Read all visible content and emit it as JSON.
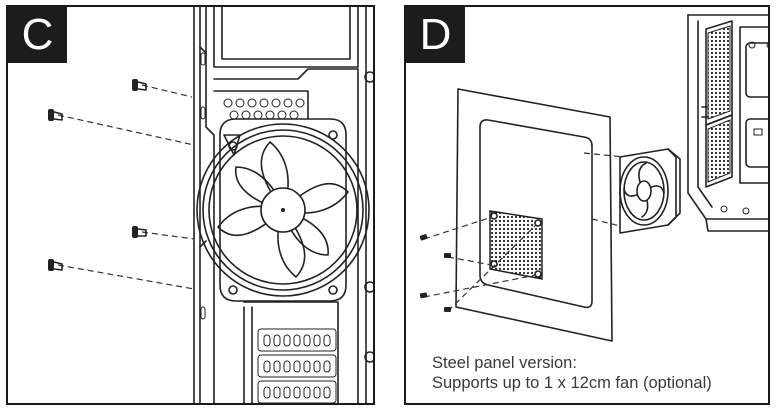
{
  "panels": [
    {
      "letter": "C"
    },
    {
      "letter": "D",
      "caption_line1": "Steel panel version:",
      "caption_line2": "Supports up to 1 x 12cm fan (optional)"
    }
  ],
  "icons": [
    "screw-icon",
    "case-fan-icon",
    "dust-filter-icon",
    "pc-case-icon"
  ]
}
